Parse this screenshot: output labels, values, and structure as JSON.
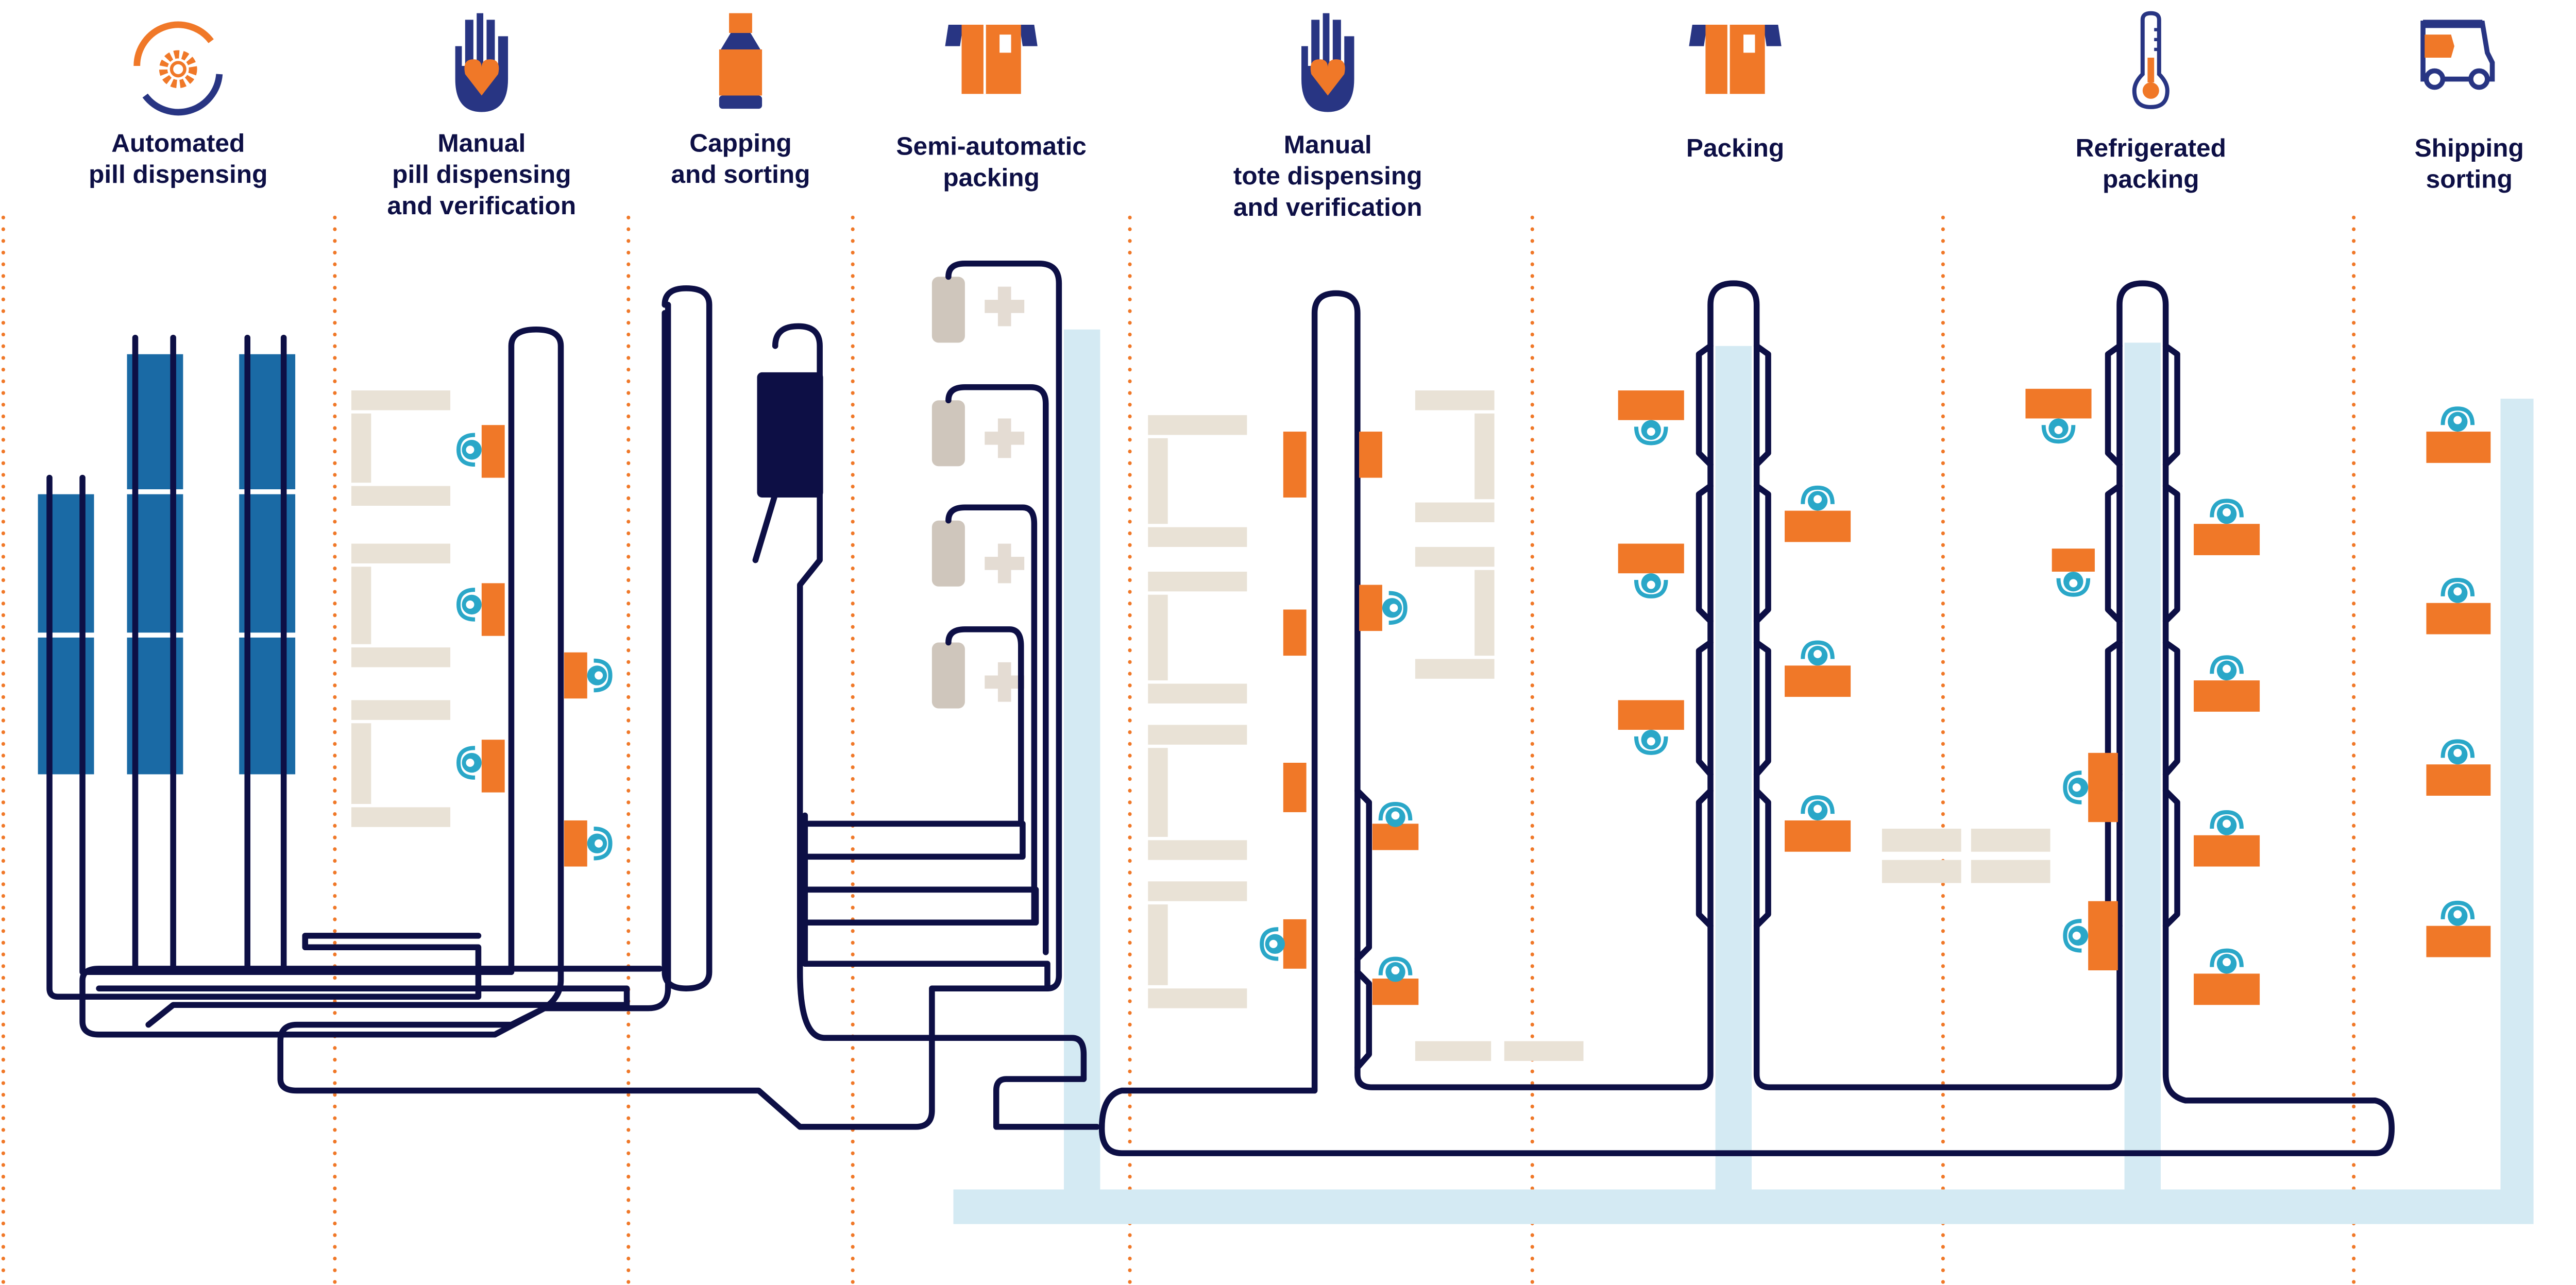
{
  "stages": [
    {
      "line1": "Automated",
      "line2": "pill dispensing",
      "line3": "",
      "icon": "automation-gear-cycle-icon"
    },
    {
      "line1": "Manual",
      "line2": "pill dispensing",
      "line3": "and verification",
      "icon": "hand-heart-icon"
    },
    {
      "line1": "Capping",
      "line2": "and sorting",
      "line3": "",
      "icon": "pill-bottle-icon"
    },
    {
      "line1": "Semi-automatic",
      "line2": "packing",
      "line3": "",
      "icon": "open-box-icon"
    },
    {
      "line1": "Manual",
      "line2": "tote dispensing",
      "line3": "and verification",
      "icon": "hand-heart-icon"
    },
    {
      "line1": "Packing",
      "line2": "",
      "line3": "",
      "icon": "open-box-icon"
    },
    {
      "line1": "Refrigerated",
      "line2": "packing",
      "line3": "",
      "icon": "thermometer-icon"
    },
    {
      "line1": "Shipping",
      "line2": "sorting",
      "line3": "",
      "icon": "delivery-van-icon"
    }
  ],
  "colors": {
    "navy": "#0d0f45",
    "icon_navy": "#283583",
    "orange": "#f07828",
    "conveyor_light_blue": "#d4eaf3",
    "dispenser_blue": "#1a6aa5",
    "operator_teal": "#2aa7c8",
    "workstation_beige": "#e9e2d6"
  }
}
